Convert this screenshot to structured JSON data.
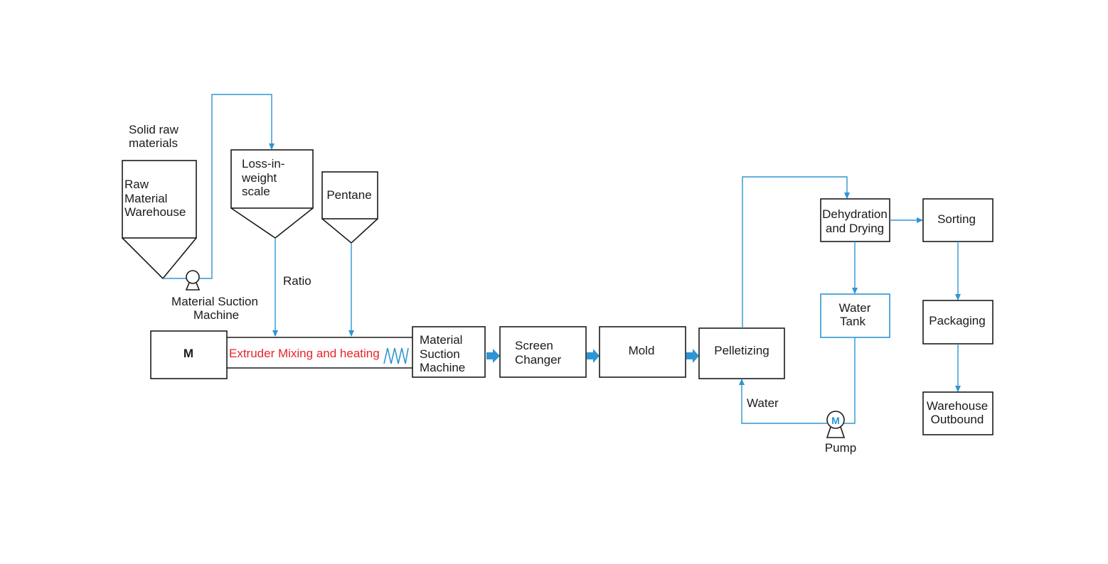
{
  "colors": {
    "flow_line": "#2e95d3",
    "outline": "#1a1a1a",
    "highlight_text": "#e8232a"
  },
  "labels": {
    "solid_raw": [
      "Solid raw",
      "materials"
    ],
    "raw_warehouse": [
      "Raw",
      "Material",
      "Warehouse"
    ],
    "suction_machine_top": [
      "Material Suction",
      "Machine"
    ],
    "loss_in_weight": [
      "Loss-in-",
      "weight",
      "scale"
    ],
    "pentane": "Pentane",
    "ratio": "Ratio",
    "motor": "M",
    "extruder": "Extruder Mixing and heating",
    "suction_machine_box": [
      "Material",
      "Suction",
      "Machine"
    ],
    "screen_changer": [
      "Screen",
      "Changer"
    ],
    "mold": "Mold",
    "pelletizing": "Pelletizing",
    "dehydration": [
      "Dehydration",
      "and Drying"
    ],
    "sorting": "Sorting",
    "water_tank": [
      "Water",
      "Tank"
    ],
    "packaging": "Packaging",
    "warehouse_outbound": [
      "Warehouse",
      "Outbound"
    ],
    "water": "Water",
    "pump_symbol": "M",
    "pump": "Pump"
  }
}
